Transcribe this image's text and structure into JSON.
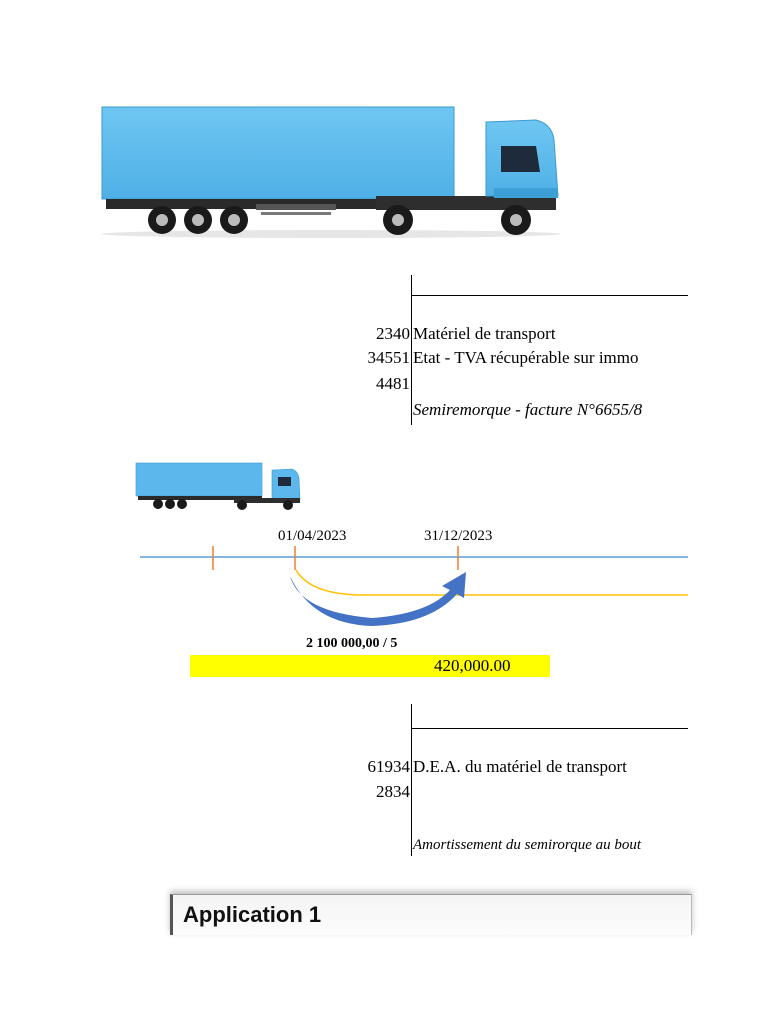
{
  "journal1": {
    "rows": [
      {
        "account": "2340",
        "label": "Matériel de transport"
      },
      {
        "account": "34551",
        "label": "Etat - TVA récupérable sur immo"
      },
      {
        "account": "4481",
        "label": ""
      }
    ],
    "note": "Semiremorque - facture N°6655/8"
  },
  "timeline": {
    "date_start": "01/04/2023",
    "date_end": "31/12/2023",
    "formula": "2 100 000,00 / 5",
    "result": "420,000.00",
    "colors": {
      "line": "#5b9bd5",
      "tick": "#ed7d31",
      "arc": "#ffc000",
      "arrow": "#4472c4",
      "highlight": "#ffff00"
    }
  },
  "journal2": {
    "rows": [
      {
        "account": "61934",
        "label": "D.E.A. du matériel de transport"
      },
      {
        "account": "2834",
        "label": ""
      }
    ],
    "note": "Amortissement du semirorque au bout"
  },
  "section": {
    "title": "Application 1"
  },
  "images": {
    "truck_large": "truck-icon",
    "truck_small": "truck-icon"
  }
}
